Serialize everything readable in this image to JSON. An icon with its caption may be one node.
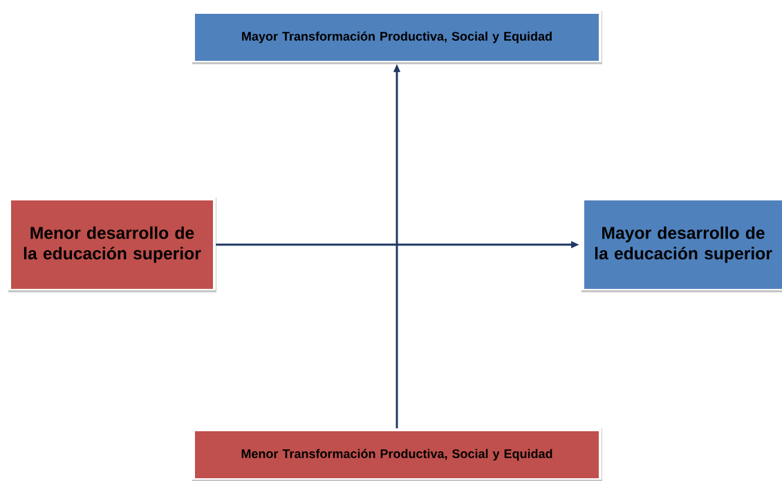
{
  "diagram": {
    "nodes": [
      {
        "text": [
          "Mayor Transformación Productiva, Social y Equidad"
        ]
      },
      {
        "text": [
          "Menor desarrollo de la educación superior"
        ]
      },
      {
        "text": [
          "Mayor desarrollo de la educación superior"
        ]
      },
      {
        "text": [
          "Menor Transformación Productiva, Social y Equidad"
        ]
      }
    ],
    "edges": [
      {
        "from": 1,
        "to": 2,
        "arrow": "to"
      },
      {
        "from": 3,
        "to": 0,
        "arrow": "to"
      }
    ]
  }
}
